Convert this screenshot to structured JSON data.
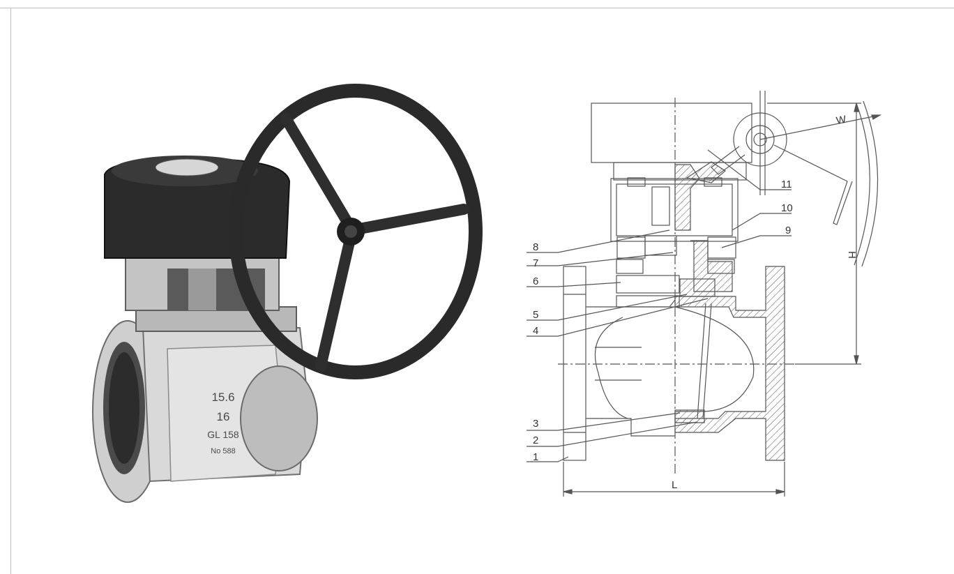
{
  "photo": {
    "casting_marks": [
      "15.6",
      "16",
      "GL 158",
      "No 588"
    ]
  },
  "drawing": {
    "part_numbers": [
      "1",
      "2",
      "3",
      "4",
      "5",
      "6",
      "7",
      "8",
      "9",
      "10",
      "11"
    ],
    "dimensions": {
      "length": "L",
      "height": "H",
      "width": "W"
    }
  }
}
